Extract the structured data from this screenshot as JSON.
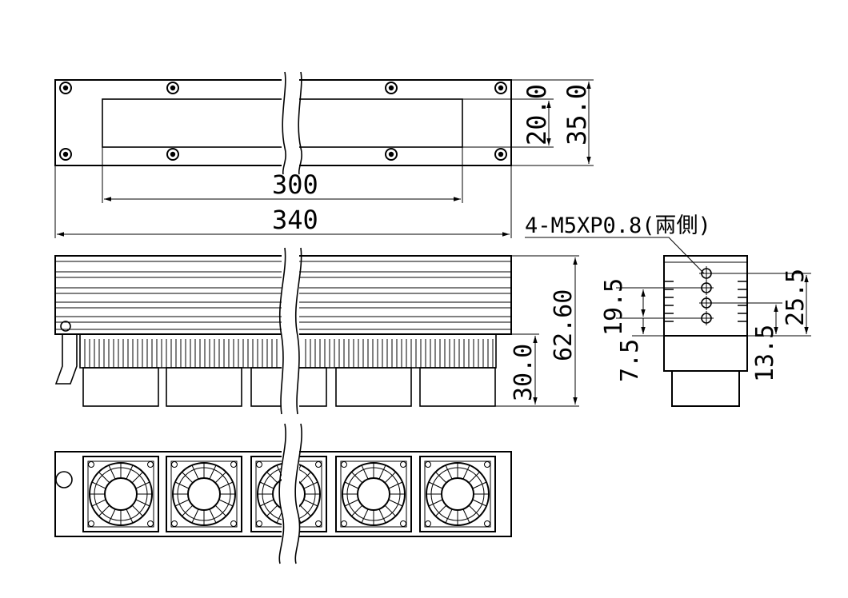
{
  "top_view": {
    "dim_inner_length": "300",
    "dim_outer_length": "340",
    "dim_inner_height": "20.0",
    "dim_outer_height": "35.0"
  },
  "front_view": {
    "dim_total_height": "62.60",
    "dim_fan_height": "30.0"
  },
  "side_view": {
    "thread_note": "4-M5XP0.8(兩側)",
    "dim_pitch_left": "19.5",
    "dim_bottom_left": "7.5",
    "dim_pitch_right": "25.5",
    "dim_bottom_right": "13.5"
  }
}
